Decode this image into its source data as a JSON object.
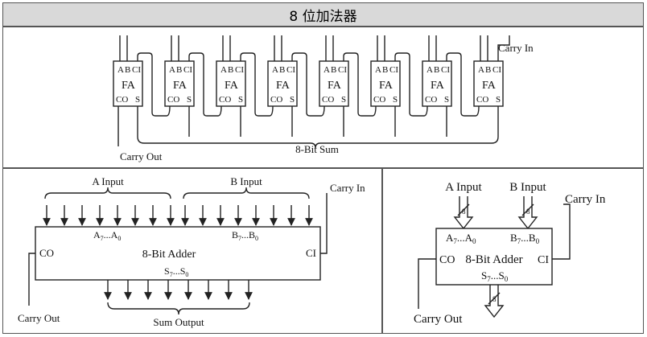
{
  "header": {
    "title": "8 位加法器"
  },
  "ripple": {
    "pin_a": "A",
    "pin_b": "B",
    "pin_ci": "CI",
    "fa_label": "FA",
    "pin_co": "CO",
    "pin_s": "S",
    "carry_in": "Carry In",
    "carry_out": "Carry Out",
    "sum_label": "8-Bit Sum"
  },
  "block_wide": {
    "a_input": "A Input",
    "b_input": "B Input",
    "carry_in": "Carry In",
    "adder_label": "8-Bit Adder",
    "co": "CO",
    "ci": "CI",
    "a_main": "A",
    "a_sub1": "7",
    "a_mid": "...A",
    "a_sub2": "0",
    "b_main": "B",
    "b_sub1": "7",
    "b_mid": "...B",
    "b_sub2": "0",
    "s_main": "S",
    "s_sub1": "7",
    "s_mid": "...S",
    "s_sub2": "0",
    "carry_out": "Carry Out",
    "sum_output": "Sum Output"
  },
  "block_compact": {
    "a_input": "A Input",
    "b_input": "B Input",
    "a_width": "8",
    "b_width": "8",
    "carry_in": "Carry In",
    "adder_label": "8-Bit Adder",
    "co": "CO",
    "ci": "CI",
    "a_main": "A",
    "a_sub1": "7",
    "a_mid": "...A",
    "a_sub2": "0",
    "b_main": "B",
    "b_sub1": "7",
    "b_mid": "...B",
    "b_sub2": "0",
    "s_main": "S",
    "s_sub1": "7",
    "s_mid": "...S",
    "s_sub2": "0",
    "s_width": "8",
    "carry_out": "Carry Out"
  }
}
